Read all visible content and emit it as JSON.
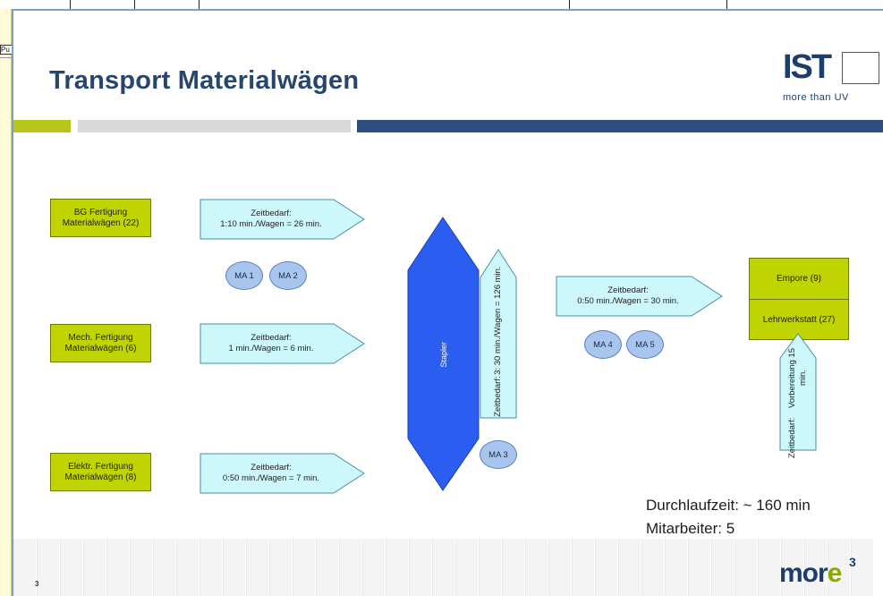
{
  "frame": {
    "left_tag": "Pu"
  },
  "slide": {
    "title": "Transport Materialwägen",
    "logo": {
      "ist": "IST",
      "tagline": "more than UV"
    },
    "sources": [
      {
        "line1": "BG Fertigung",
        "line2": "Materialwägen (22)"
      },
      {
        "line1": "Mech. Fertigung",
        "line2": "Materialwägen (6)"
      },
      {
        "line1": "Elektr. Fertigung",
        "line2": "Materialwägen (8)"
      }
    ],
    "arrows": [
      {
        "line1": "Zeitbedarf:",
        "line2": "1:10 min./Wagen = 26 min."
      },
      {
        "line1": "Zeitbedarf:",
        "line2": "1 min./Wagen = 6 min."
      },
      {
        "line1": "Zeitbedarf:",
        "line2": "0:50 min./Wagen = 7 min."
      },
      {
        "line1": "Zeitbedarf:",
        "line2": "0:50 min./Wagen = 30 min."
      }
    ],
    "workers": [
      "MA 1",
      "MA 2",
      "MA 3",
      "MA 4",
      "MA 5"
    ],
    "stapler": "Stapler",
    "stapler_arrow": {
      "line1": "Zeitbedarf:",
      "line2": "3: 30 min./Wagen = 126 min."
    },
    "destination": {
      "top": "Empore (9)",
      "bottom": "Lehrwerkstatt (27)"
    },
    "prep_arrow": {
      "line1": "Zeitbedarf:",
      "line2": "Vorbereitung 15 min."
    },
    "summary": {
      "throughput": "Durchlaufzeit: ~ 160 min",
      "staff": "Mitarbeiter: 5"
    },
    "page_number": "3",
    "footer_logo": {
      "m": "mor",
      "e": "e",
      "sup": "3"
    }
  }
}
